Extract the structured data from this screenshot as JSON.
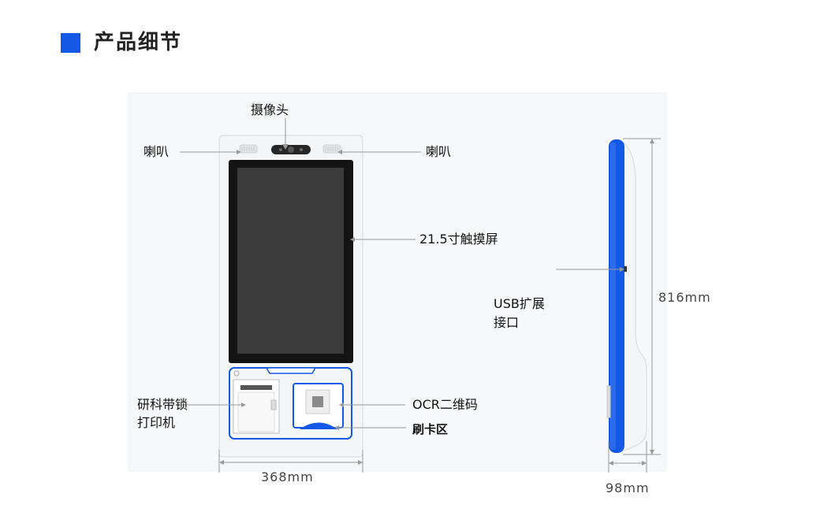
{
  "header": {
    "title": "产品细节"
  },
  "front_view": {
    "labels": {
      "camera": "摄像头",
      "speaker_left": "喇叭",
      "speaker_right": "喇叭",
      "screen": "21.5寸触摸屏",
      "printer_line1": "研科带锁",
      "printer_line2": "打印机",
      "ocr": "OCR二维码",
      "card": "刷卡区"
    },
    "width_dimension": "368mm"
  },
  "side_view": {
    "usb_line1": "USB扩展",
    "usb_line2": "接口",
    "height_dimension": "816mm",
    "depth_dimension": "98mm"
  },
  "colors": {
    "accent_blue": "#1458e8",
    "kiosk_shell": "#f2f3f4",
    "screen_dark": "#3b3b3b"
  }
}
